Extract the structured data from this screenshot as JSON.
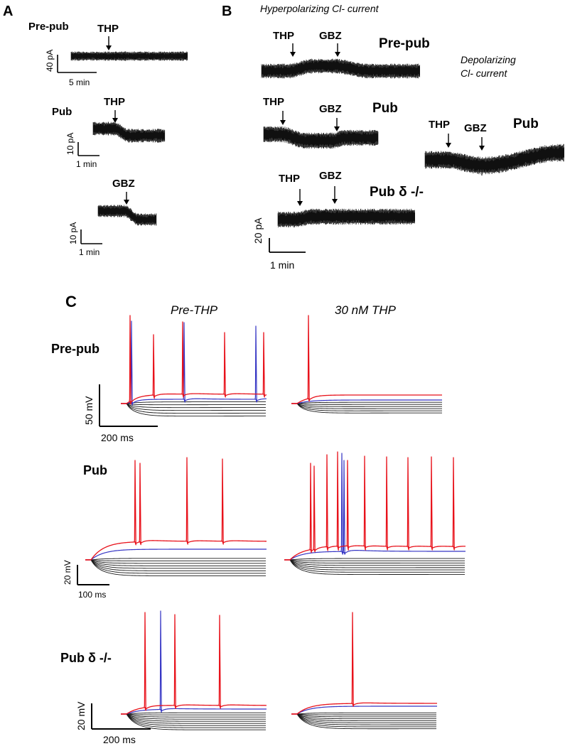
{
  "colors": {
    "red": "#e8121b",
    "blue": "#3535c4",
    "black": "#000000",
    "trace": "#111111"
  },
  "panel_a": {
    "letter": "A",
    "pre_pub": {
      "label": "Pre-pub",
      "marker": "THP",
      "scale_y": "40 pA",
      "scale_x": "5 min"
    },
    "pub_thp": {
      "label": "Pub",
      "marker": "THP",
      "scale_y": "10 pA",
      "scale_x": "1 min"
    },
    "pub_gbz": {
      "marker": "GBZ",
      "scale_y": "10 pA",
      "scale_x": "1 min"
    }
  },
  "panel_b": {
    "letter": "B",
    "title_hyper": "Hyperpolarizing Cl- current",
    "title_depol_1": "Depolarizing",
    "title_depol_2": "Cl- current",
    "pre_pub": {
      "label": "Pre-pub",
      "marker1": "THP",
      "marker2": "GBZ"
    },
    "pub": {
      "label": "Pub",
      "marker1": "THP",
      "marker2": "GBZ"
    },
    "pub_delta": {
      "label": "Pub δ -/-",
      "marker1": "THP",
      "marker2": "GBZ"
    },
    "pub_right": {
      "label": "Pub",
      "marker1": "THP",
      "marker2": "GBZ"
    },
    "scale_y": "20 pA",
    "scale_x": "1 min"
  },
  "panel_c": {
    "letter": "C",
    "col_pre": "Pre-THP",
    "col_thp": "30 nM THP",
    "row_prepub": {
      "label": "Pre-pub",
      "scale_y": "50 mV",
      "scale_x": "200 ms"
    },
    "row_pub": {
      "label": "Pub",
      "scale_y": "20 mV",
      "scale_x": "100 ms"
    },
    "row_pubdelta": {
      "label": "Pub δ -/-",
      "scale_y": "20 mV",
      "scale_x": "200 ms"
    }
  }
}
